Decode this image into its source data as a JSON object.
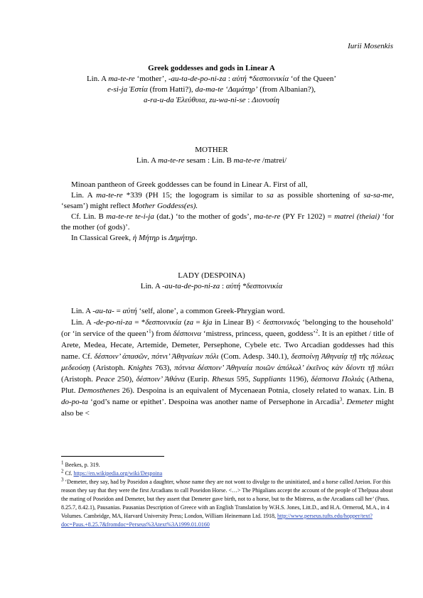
{
  "author": "Iurii Mosenkis",
  "title": "Greek goddesses and gods in Linear A",
  "subtitle_lines": [
    [
      {
        "t": "Lin. A "
      },
      {
        "t": "ma-te-re",
        "i": true
      },
      {
        "t": " ‘mother’, "
      },
      {
        "t": "-au-ta-de-po-ni-za",
        "i": true
      },
      {
        "t": " : "
      },
      {
        "t": "αὐτή *δεσποινικία",
        "i": true
      },
      {
        "t": " ‘of the Queen’"
      }
    ],
    [
      {
        "t": "e-si-ja",
        "i": true
      },
      {
        "t": " "
      },
      {
        "t": "Ἑστία",
        "i": true
      },
      {
        "t": " (from Hatti?), "
      },
      {
        "t": "da-ma-te",
        "i": true
      },
      {
        "t": " "
      },
      {
        "t": "‘Δαμάτηρ’",
        "i": true
      },
      {
        "t": " (from Albanian?),"
      }
    ],
    [
      {
        "t": "a-ra-u-da",
        "i": true
      },
      {
        "t": " "
      },
      {
        "t": "Ἐλεύθυια",
        "i": true
      },
      {
        "t": ", "
      },
      {
        "t": "zu-wa-ni-se",
        "i": true
      },
      {
        "t": " : "
      },
      {
        "t": "Διονυσίη",
        "i": true
      }
    ]
  ],
  "sections": [
    {
      "heading": "MOTHER",
      "subheading": [
        {
          "t": "Lin. A "
        },
        {
          "t": "ma-te-re",
          "i": true
        },
        {
          "t": " sesam : Lin. B "
        },
        {
          "t": "ma-te-re",
          "i": true
        },
        {
          "t": " /matrei/"
        }
      ],
      "paragraphs": [
        [
          {
            "t": "Minoan pantheon of Greek goddesses can be found in Linear A. First of all,"
          }
        ],
        [
          {
            "t": "Lin. A "
          },
          {
            "t": "ma-te-re",
            "i": true
          },
          {
            "t": " *339 (PH 15; the logogram is similar to "
          },
          {
            "t": "sa",
            "i": true
          },
          {
            "t": " as possible shortening of "
          },
          {
            "t": "sa-sa-me",
            "i": true
          },
          {
            "t": ", ‘sesam’) might reflect "
          },
          {
            "t": "Mother Goddess(es).",
            "i": true
          }
        ],
        [
          {
            "t": "Cf. Lin. B "
          },
          {
            "t": "ma-te-re te-i-ja",
            "i": true
          },
          {
            "t": " (dat.) ‘to the mother of gods’, "
          },
          {
            "t": "ma-te-re",
            "i": true
          },
          {
            "t": " (PY Fr 1202) = "
          },
          {
            "t": "matrei (theiai)",
            "i": true
          },
          {
            "t": " ‘for the mother (of gods)’."
          }
        ],
        [
          {
            "t": "In Classical Greek, "
          },
          {
            "t": "ἡ Μήτηρ",
            "i": true
          },
          {
            "t": " is "
          },
          {
            "t": "Δημήτηρ",
            "i": true
          },
          {
            "t": "."
          }
        ]
      ]
    },
    {
      "heading": "LADY (DESPOINA)",
      "subheading": [
        {
          "t": "Lin. A "
        },
        {
          "t": "-au-ta-de-po-ni-za",
          "i": true
        },
        {
          "t": " : "
        },
        {
          "t": "αὐτή *δεσποινικία",
          "i": true
        }
      ],
      "paragraphs": [
        [
          {
            "t": "Lin. A "
          },
          {
            "t": "-au-ta-",
            "i": true
          },
          {
            "t": " = "
          },
          {
            "t": "αὐτή",
            "i": true
          },
          {
            "t": " ‘self, alone’, a common Greek-Phrygian word."
          }
        ],
        [
          {
            "t": "Lin. A "
          },
          {
            "t": "-de-po-ni-za",
            "i": true
          },
          {
            "t": " = *"
          },
          {
            "t": "δεσποινικία",
            "i": true
          },
          {
            "t": " ("
          },
          {
            "t": "za",
            "i": true
          },
          {
            "t": " = "
          },
          {
            "t": "kja",
            "i": true
          },
          {
            "t": " in Linear B) < "
          },
          {
            "t": "δεσποινικός",
            "i": true
          },
          {
            "t": " ‘belonging to the household’ (or ‘in service of the queen’"
          },
          {
            "sup": "1"
          },
          {
            "t": ") from "
          },
          {
            "t": "δέσποινα",
            "i": true
          },
          {
            "t": " ‘mistress, princess, queen, goddess’"
          },
          {
            "sup": "2"
          },
          {
            "t": ". It is an epithet / title of Arete, Medea, Hecate, Artemide, Demeter, Persephone, Cybele etc. Two Arcadian goddesses had this name. Cf. "
          },
          {
            "t": "δέσποιν’ ἀπασῶν, πότνι’ Ἀθηναίων πόλι",
            "i": true
          },
          {
            "t": " (Com. Adesp. 340.1), "
          },
          {
            "t": "δεσποίνῃ Ἀθηναίᾳ τῇ τῆς πόλεως μεδεούσῃ",
            "i": true
          },
          {
            "t": " (Aristoph. "
          },
          {
            "t": "Knights",
            "i": true
          },
          {
            "t": " 763), "
          },
          {
            "t": "πότνια δέσποιν’ Ἀθηναία ποιῶν ἀπόλωλ’ ἐκεῖνος κὰν δέοντι τῇ πόλει",
            "i": true
          },
          {
            "t": " (Aristoph. "
          },
          {
            "t": "Peace",
            "i": true
          },
          {
            "t": " 250), "
          },
          {
            "t": "δέσποιν’ Ἀθάνα",
            "i": true
          },
          {
            "t": " (Eurip. "
          },
          {
            "t": "Rhesus",
            "i": true
          },
          {
            "t": " 595, "
          },
          {
            "t": "Suppliants",
            "i": true
          },
          {
            "t": " 1196), "
          },
          {
            "t": "δέσποινα Πολιάς",
            "i": true
          },
          {
            "t": " (Athena, Plut. "
          },
          {
            "t": "Demosthenes",
            "i": true
          },
          {
            "t": " 26). Despoina is an equivalent of Mycenaean Potnia, closely related to wanax. Lin. B "
          },
          {
            "t": "do-po-ta",
            "i": true
          },
          {
            "t": " ‘god’s name or epithet’. Despoina was another name of Persephone in Arcadia"
          },
          {
            "sup": "3"
          },
          {
            "t": ". "
          },
          {
            "t": "Demeter",
            "i": true
          },
          {
            "t": " might also be <"
          }
        ]
      ]
    }
  ],
  "footnotes": [
    [
      {
        "sup": "1"
      },
      {
        "t": " Beekes, p. 319."
      }
    ],
    [
      {
        "sup": "2"
      },
      {
        "t": " Cf. "
      },
      {
        "t": "https://en.wikipedia.org/wiki/Despoina",
        "link": true
      }
    ],
    [
      {
        "sup": "3"
      },
      {
        "t": " ‘Demeter, they say, had by Poseidon a daughter, whose name they are not wont to divulge to the uninitiated, and a horse called Areion. For this reason they say that they were the first Arcadians to call Poseidon Horse. <…> The Phigalians accept the account of the people of Thelpusa about the mating of Poseidon and Demeter, but they assert that Demeter gave birth, not to a horse, but to the Mistress, as the Arcadians call her’ (Paus. 8.25.7, 8.42.1), Pausanias. Pausanias Description of Greece with an English Translation by W.H.S. Jones, Litt.D., and H.A. Ormerod, M.A., in 4 Volumes. Cambridge, MA, Harvard University Press; London, William Heinemann Ltd. 1918, "
      },
      {
        "t": "http://www.perseus.tufts.edu/hopper/text?doc=Paus.+8.25.7&fromdoc=Perseus%3Atext%3A1999.01.0160",
        "link": true
      }
    ]
  ]
}
